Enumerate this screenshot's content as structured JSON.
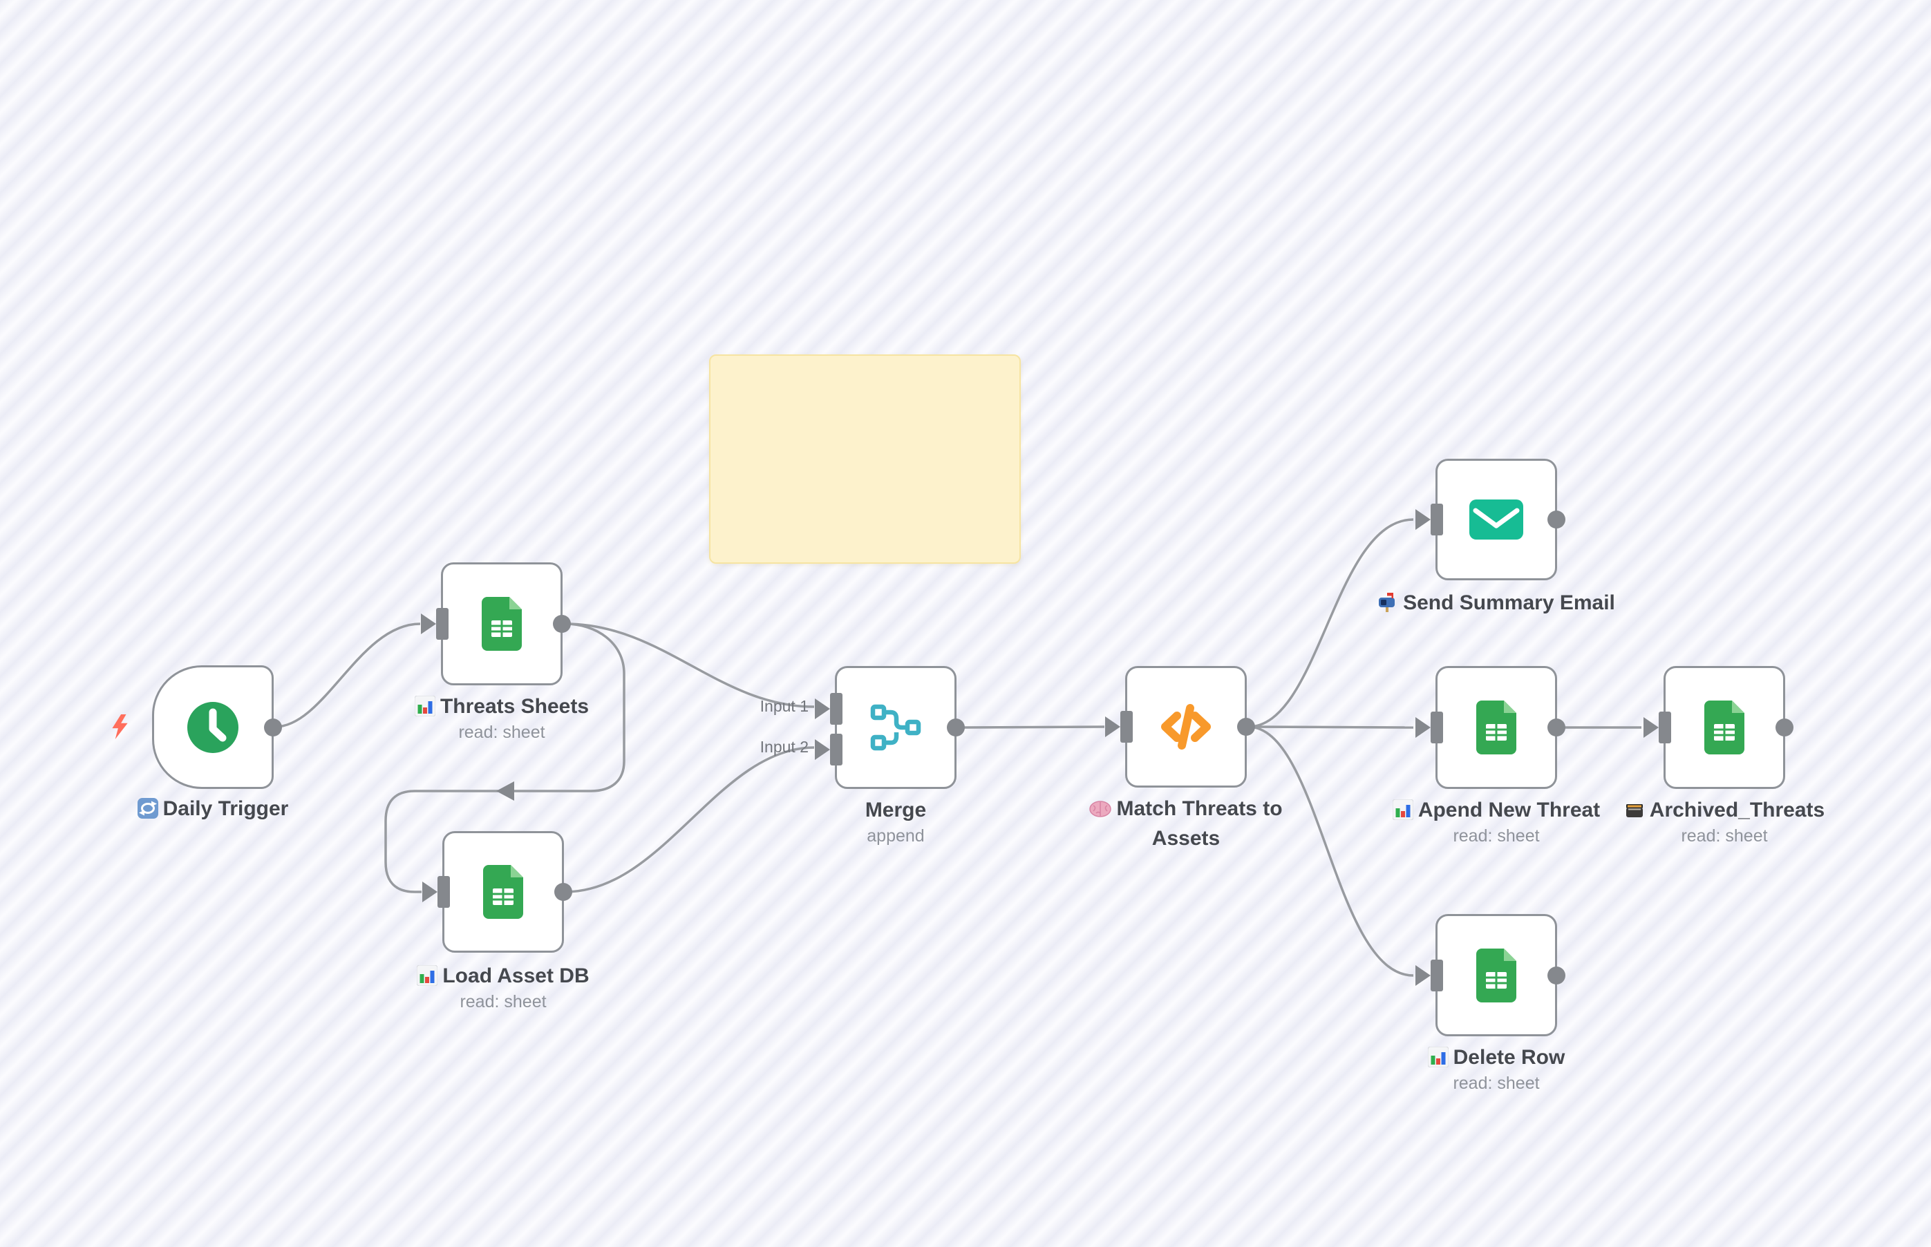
{
  "workflow": {
    "nodes": [
      {
        "id": "daily-trigger",
        "name": "Daily Trigger",
        "subtitle": "",
        "emoji": "repeat-icon",
        "type": "schedule-trigger"
      },
      {
        "id": "threats-sheets",
        "name": "Threats Sheets",
        "subtitle": "read: sheet",
        "emoji": "bar-chart-icon",
        "type": "google-sheets"
      },
      {
        "id": "load-asset-db",
        "name": "Load Asset DB",
        "subtitle": "read: sheet",
        "emoji": "bar-chart-icon",
        "type": "google-sheets"
      },
      {
        "id": "merge",
        "name": "Merge",
        "subtitle": "append",
        "emoji": "",
        "type": "merge"
      },
      {
        "id": "match-threats-to-assets",
        "name": "Match Threats to Assets",
        "subtitle": "",
        "emoji": "brain-icon",
        "type": "code"
      },
      {
        "id": "send-summary-email",
        "name": "Send Summary Email",
        "subtitle": "",
        "emoji": "mailbox-icon",
        "type": "email"
      },
      {
        "id": "apend-new-threat",
        "name": "Apend New Threat",
        "subtitle": "read: sheet",
        "emoji": "bar-chart-icon",
        "type": "google-sheets"
      },
      {
        "id": "archived-threats",
        "name": "Archived_Threats",
        "subtitle": "read: sheet",
        "emoji": "card-file-box-icon",
        "type": "google-sheets"
      },
      {
        "id": "delete-row",
        "name": "Delete Row",
        "subtitle": "read: sheet",
        "emoji": "bar-chart-icon",
        "type": "google-sheets"
      }
    ],
    "merge_ports": {
      "input1": "Input 1",
      "input2": "Input 2"
    },
    "sticky_note": {
      "text": ""
    },
    "colors": {
      "sheets_green": "#34a853",
      "sheets_fold": "#8bd394",
      "clock_green": "#2aa35c",
      "merge_teal": "#3fb1c5",
      "code_orange": "#f8992b",
      "email_green": "#17bc94",
      "bolt_coral": "#ff6e5c",
      "line_gray": "#989ba0",
      "connector_gray": "#85888d",
      "node_border": "#8f9399",
      "sticky_bg": "#fdf2cc",
      "sticky_border": "#f6e4a2"
    }
  }
}
